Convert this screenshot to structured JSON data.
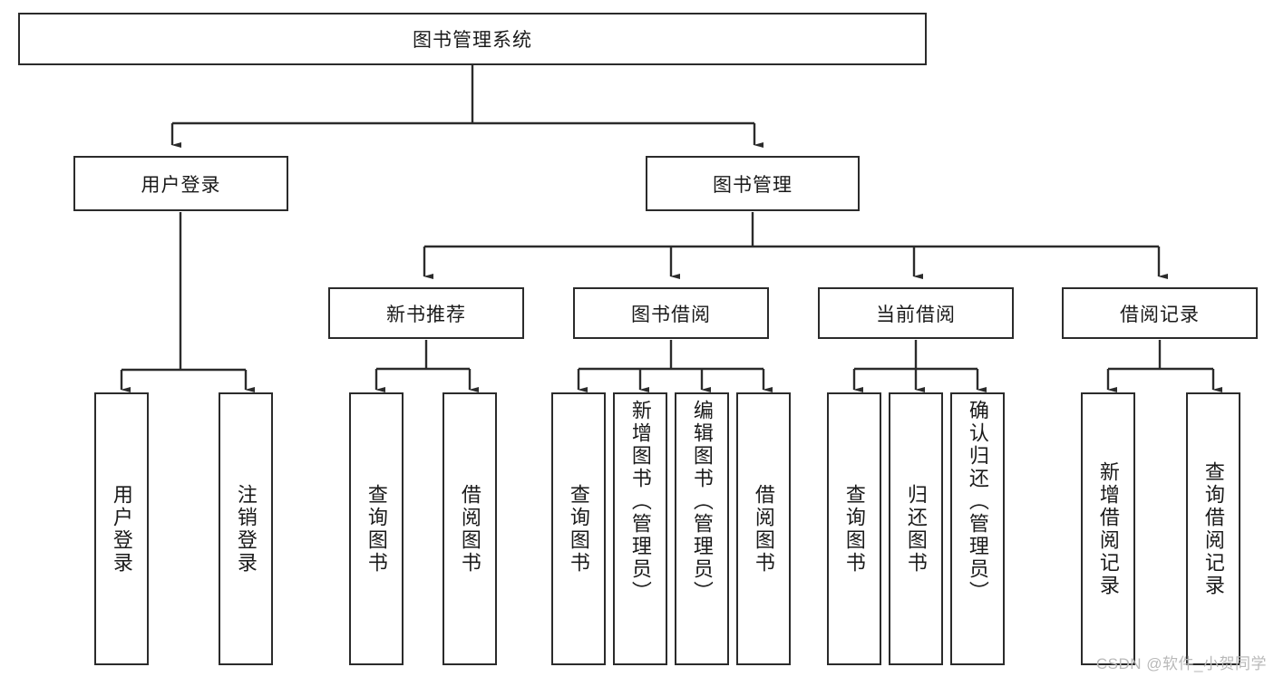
{
  "diagram": {
    "title": "图书管理系统",
    "type": "hierarchy-tree",
    "root": {
      "label": "图书管理系统"
    },
    "level1": [
      {
        "id": "user-login",
        "label": "用户登录"
      },
      {
        "id": "book-management",
        "label": "图书管理"
      }
    ],
    "level2": [
      {
        "id": "new-book-recommend",
        "label": "新书推荐",
        "parent": "book-management"
      },
      {
        "id": "book-borrow",
        "label": "图书借阅",
        "parent": "book-management"
      },
      {
        "id": "current-borrow",
        "label": "当前借阅",
        "parent": "book-management"
      },
      {
        "id": "borrow-record",
        "label": "借阅记录",
        "parent": "book-management"
      }
    ],
    "leaves": {
      "user-login": [
        {
          "id": "leaf-user-login",
          "label": "用户登录"
        },
        {
          "id": "leaf-logout-login",
          "label": "注销登录"
        }
      ],
      "new-book-recommend": [
        {
          "id": "leaf-query-book-1",
          "label": "查询图书"
        },
        {
          "id": "leaf-borrow-book-1",
          "label": "借阅图书"
        }
      ],
      "book-borrow": [
        {
          "id": "leaf-query-book-2",
          "label": "查询图书"
        },
        {
          "id": "leaf-add-book",
          "label": "新增图书（管理员）"
        },
        {
          "id": "leaf-edit-book",
          "label": "编辑图书（管理员）"
        },
        {
          "id": "leaf-borrow-book-2",
          "label": "借阅图书"
        }
      ],
      "current-borrow": [
        {
          "id": "leaf-query-book-3",
          "label": "查询图书"
        },
        {
          "id": "leaf-return-book",
          "label": "归还图书"
        },
        {
          "id": "leaf-confirm-return",
          "label": "确认归还（管理员）"
        }
      ],
      "borrow-record": [
        {
          "id": "leaf-add-record",
          "label": "新增借阅记录"
        },
        {
          "id": "leaf-query-record",
          "label": "查询借阅记录"
        }
      ]
    }
  },
  "watermark": {
    "text": "CSDN @软件_小贺同学"
  },
  "colors": {
    "stroke": "#2b2b2b",
    "background": "#ffffff",
    "text": "#1a1a1a",
    "watermark": "#b9b9b9"
  }
}
